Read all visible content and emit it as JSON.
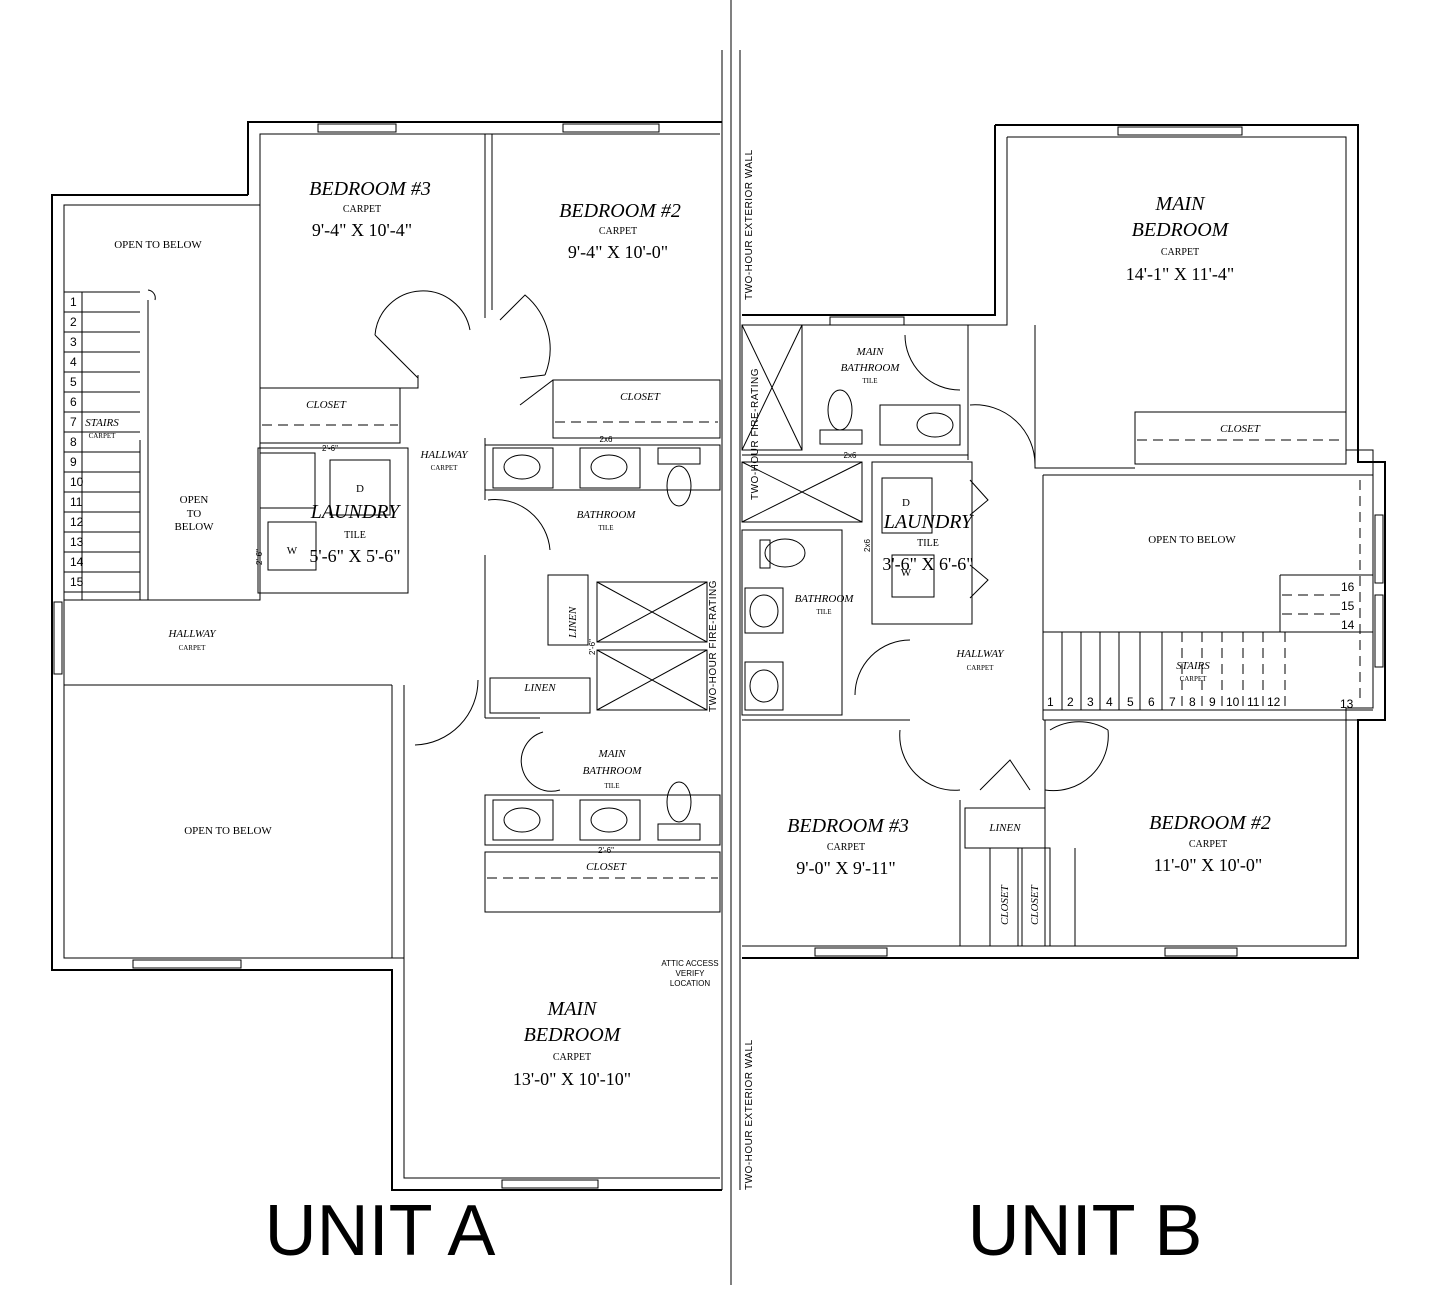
{
  "units": {
    "a": "UNIT A",
    "b": "UNIT B"
  },
  "party_wall": {
    "exterior_top": "TWO-HOUR EXTERIOR WALL",
    "exterior_bottom": "TWO-HOUR EXTERIOR WALL",
    "fire_a": "TWO-HOUR FIRE-RATING",
    "fire_b": "TWO-HOUR FIRE-RATING"
  },
  "unit_a": {
    "bedroom3": {
      "name": "BEDROOM #3",
      "finish": "CARPET",
      "size": "9'-4\" X 10'-4\""
    },
    "bedroom2": {
      "name": "BEDROOM #2",
      "finish": "CARPET",
      "size": "9'-4\" X 10'-0\""
    },
    "main_bedroom": {
      "name1": "MAIN",
      "name2": "BEDROOM",
      "finish": "CARPET",
      "size": "13'-0\" X 10'-10\""
    },
    "closet1": "CLOSET",
    "closet2": "CLOSET",
    "closet3": "CLOSET",
    "hallway_upper": {
      "name": "HALLWAY",
      "finish": "CARPET"
    },
    "hallway_lower": {
      "name": "HALLWAY",
      "finish": "CARPET"
    },
    "laundry": {
      "name": "LAUNDRY",
      "finish": "TILE",
      "size": "5'-6\" X 5'-6\"",
      "dryer": "D",
      "washer": "W",
      "dim1": "2'-6\"",
      "dim2": "2'-6\""
    },
    "bathroom": {
      "name": "BATHROOM",
      "finish": "TILE",
      "dim": "2x6"
    },
    "main_bathroom": {
      "name1": "MAIN",
      "name2": "BATHROOM",
      "finish": "TILE",
      "dim": "2'-6\""
    },
    "linen1": "LINEN",
    "linen2": "LINEN",
    "shower_dim": "2'-6\"",
    "open1": "OPEN TO BELOW",
    "open2a": "OPEN",
    "open2b": "TO",
    "open2c": "BELOW",
    "open3": "OPEN TO BELOW",
    "stairs": {
      "name": "STAIRS",
      "finish": "CARPET",
      "steps": [
        "1",
        "2",
        "3",
        "4",
        "5",
        "6",
        "7",
        "8",
        "9",
        "10",
        "11",
        "12",
        "13",
        "14",
        "15"
      ]
    },
    "attic1": "ATTIC ACCESS",
    "attic2": "VERIFY",
    "attic3": "LOCATION"
  },
  "unit_b": {
    "main_bedroom": {
      "name1": "MAIN",
      "name2": "BEDROOM",
      "finish": "CARPET",
      "size": "14'-1\" X 11'-4\""
    },
    "closet_main": "CLOSET",
    "main_bathroom": {
      "name1": "MAIN",
      "name2": "BATHROOM",
      "finish": "TILE"
    },
    "laundry": {
      "name": "LAUNDRY",
      "finish": "TILE",
      "size": "3'-6\" X 6'-6\"",
      "dim1": "2x6",
      "dim2": "2x6",
      "dryer": "D",
      "washer": "W"
    },
    "bathroom": {
      "name": "BATHROOM",
      "finish": "TILE"
    },
    "open": "OPEN TO BELOW",
    "stairs": {
      "name": "STAIRS",
      "finish": "CARPET",
      "steps": [
        "1",
        "2",
        "3",
        "4",
        "5",
        "6",
        "7",
        "8",
        "9",
        "10",
        "11",
        "12",
        "13"
      ],
      "upper": [
        "16",
        "15",
        "14"
      ]
    },
    "hallway": {
      "name": "HALLWAY",
      "finish": "CARPET"
    },
    "bedroom3": {
      "name": "BEDROOM #3",
      "finish": "CARPET",
      "size": "9'-0\" X 9'-11\""
    },
    "bedroom2": {
      "name": "BEDROOM #2",
      "finish": "CARPET",
      "size": "11'-0\" X 10'-0\""
    },
    "linen": "LINEN",
    "closet1": "CLOSET",
    "closet2": "CLOSET"
  }
}
